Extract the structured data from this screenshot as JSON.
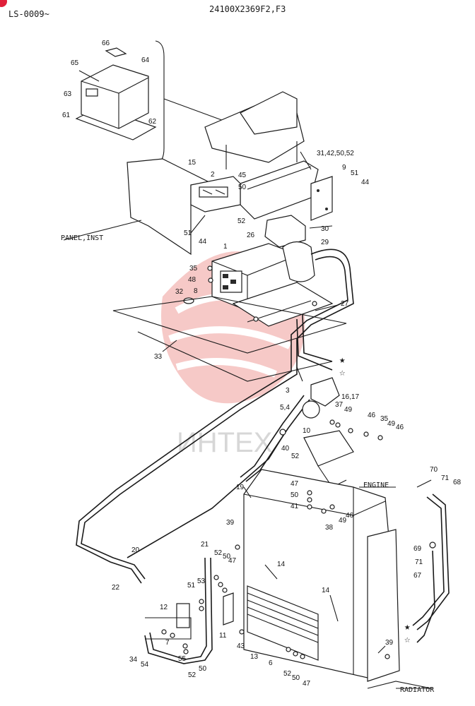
{
  "header": {
    "serial_range": "LS-0009~",
    "part_codes": "24100X2369F2,F3"
  },
  "watermark": {
    "text": "ИНТЕХ",
    "color": "#e0403a"
  },
  "callouts": {
    "panel_inst": "PANEL,INST",
    "engine": "ENGINE",
    "radiator": "RADIATOR",
    "star_filled": "★",
    "star_open": "☆"
  },
  "parts": [
    {
      "id": "p66",
      "n": "66"
    },
    {
      "id": "p64",
      "n": "64"
    },
    {
      "id": "p65",
      "n": "65"
    },
    {
      "id": "p63",
      "n": "63"
    },
    {
      "id": "p61",
      "n": "61"
    },
    {
      "id": "p62",
      "n": "62"
    },
    {
      "id": "p31",
      "n": "31,42,50,52"
    },
    {
      "id": "p15",
      "n": "15"
    },
    {
      "id": "p2",
      "n": "2"
    },
    {
      "id": "p45",
      "n": "45"
    },
    {
      "id": "p50a",
      "n": "50"
    },
    {
      "id": "p9",
      "n": "9"
    },
    {
      "id": "p51a",
      "n": "51"
    },
    {
      "id": "p44a",
      "n": "44"
    },
    {
      "id": "p52a",
      "n": "52"
    },
    {
      "id": "p30",
      "n": "30"
    },
    {
      "id": "p51b",
      "n": "51"
    },
    {
      "id": "p44b",
      "n": "44"
    },
    {
      "id": "p26",
      "n": "26"
    },
    {
      "id": "p1",
      "n": "1"
    },
    {
      "id": "p29",
      "n": "29"
    },
    {
      "id": "p35a",
      "n": "35"
    },
    {
      "id": "p48",
      "n": "48"
    },
    {
      "id": "p8",
      "n": "8"
    },
    {
      "id": "p32",
      "n": "32"
    },
    {
      "id": "p27",
      "n": "27"
    },
    {
      "id": "p33",
      "n": "33"
    },
    {
      "id": "p3",
      "n": "3"
    },
    {
      "id": "p1617",
      "n": "16,17"
    },
    {
      "id": "p37",
      "n": "37"
    },
    {
      "id": "p54",
      "n": "5,4"
    },
    {
      "id": "p49a",
      "n": "49"
    },
    {
      "id": "p46a",
      "n": "46"
    },
    {
      "id": "p35b",
      "n": "35"
    },
    {
      "id": "p49b",
      "n": "49"
    },
    {
      "id": "p46b",
      "n": "46"
    },
    {
      "id": "p10",
      "n": "10"
    },
    {
      "id": "p40",
      "n": "40"
    },
    {
      "id": "p52b",
      "n": "52"
    },
    {
      "id": "p19",
      "n": "19"
    },
    {
      "id": "p70",
      "n": "70"
    },
    {
      "id": "p71a",
      "n": "71"
    },
    {
      "id": "p68",
      "n": "68"
    },
    {
      "id": "p47a",
      "n": "47"
    },
    {
      "id": "p50b",
      "n": "50"
    },
    {
      "id": "p41",
      "n": "41"
    },
    {
      "id": "p46c",
      "n": "46"
    },
    {
      "id": "p49c",
      "n": "49"
    },
    {
      "id": "p38",
      "n": "38"
    },
    {
      "id": "p39a",
      "n": "39"
    },
    {
      "id": "p20",
      "n": "20"
    },
    {
      "id": "p21",
      "n": "21"
    },
    {
      "id": "p52c",
      "n": "52"
    },
    {
      "id": "p50c",
      "n": "50"
    },
    {
      "id": "p47b",
      "n": "47"
    },
    {
      "id": "p14a",
      "n": "14"
    },
    {
      "id": "p69",
      "n": "69"
    },
    {
      "id": "p71b",
      "n": "71"
    },
    {
      "id": "p67",
      "n": "67"
    },
    {
      "id": "p22",
      "n": "22"
    },
    {
      "id": "p51c",
      "n": "51"
    },
    {
      "id": "p53",
      "n": "53"
    },
    {
      "id": "p12",
      "n": "12"
    },
    {
      "id": "p14b",
      "n": "14"
    },
    {
      "id": "p7",
      "n": "7"
    },
    {
      "id": "p11",
      "n": "11"
    },
    {
      "id": "p43",
      "n": "43"
    },
    {
      "id": "p13",
      "n": "13"
    },
    {
      "id": "p6",
      "n": "6"
    },
    {
      "id": "p39b",
      "n": "39"
    },
    {
      "id": "p34",
      "n": "34"
    },
    {
      "id": "p54b",
      "n": "54"
    },
    {
      "id": "p55",
      "n": "55"
    },
    {
      "id": "p50d",
      "n": "50"
    },
    {
      "id": "p52d",
      "n": "52"
    },
    {
      "id": "p52e",
      "n": "52"
    },
    {
      "id": "p50e",
      "n": "50"
    },
    {
      "id": "p47c",
      "n": "47"
    }
  ]
}
